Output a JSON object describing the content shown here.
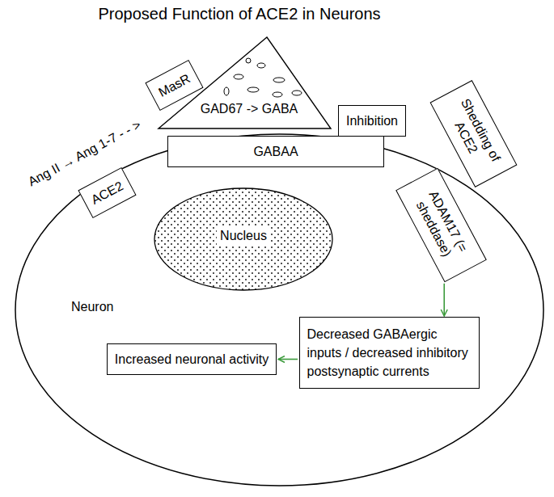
{
  "diagram": {
    "title": "Proposed Function of ACE2 in Neurons",
    "nodes": [
      {
        "text": [
          "Neuron"
        ]
      },
      {
        "text": [
          "Nucleus"
        ],
        "in": 0
      },
      {
        "text": [
          "GAD67 -> GABA"
        ]
      },
      {
        "text": [
          "MasR"
        ]
      },
      {
        "text": [
          "GABAA"
        ]
      },
      {
        "text": [
          "ACE2"
        ]
      },
      {
        "text": [
          "Inhibition"
        ]
      },
      {
        "text": [
          "Shedding of ACE2"
        ]
      },
      {
        "text": [
          "ADAM17 (= sheddase)"
        ],
        "in": 0
      },
      {
        "text": [
          "Decreased GABAergic inputs / decreased inhibitory postsynaptic currents"
        ],
        "in": 0
      },
      {
        "text": [
          "Increased neuronal activity"
        ],
        "in": 0
      }
    ],
    "edges": [
      {
        "from": 8,
        "to": 9,
        "arrow": "to"
      },
      {
        "from": 9,
        "to": 10,
        "arrow": "to"
      }
    ],
    "labels": [
      "Ang II → Ang 1-7 - - >"
    ]
  }
}
